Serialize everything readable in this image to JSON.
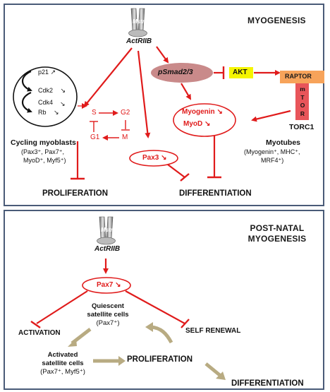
{
  "top": {
    "heading": "MYOGENESIS",
    "receptor_top": "Mstn",
    "receptor_bottom": "ActRIIB",
    "psmad": "pSmad2/3",
    "akt": "AKT",
    "raptor": "RAPTOR",
    "mtor": [
      "m",
      "T",
      "O",
      "R"
    ],
    "torc1": "TORC1",
    "cycle": [
      {
        "name": "p21",
        "arrow": "↗"
      },
      {
        "name": "Cdk2",
        "arrow": "↘"
      },
      {
        "name": "Cdk4",
        "arrow": "↘"
      },
      {
        "name": "Rb",
        "arrow": "↘"
      }
    ],
    "phases": {
      "s": "S",
      "g2": "G2",
      "g1": "G1",
      "m": "M"
    },
    "myogenin": "Myogenin ↘",
    "myod": "MyoD ↘",
    "pax3": "Pax3 ↘",
    "cycling_title": "Cycling myoblasts",
    "cycling_line1": "(Pax3⁺, Pax7⁺,",
    "cycling_line2": "MyoD⁺, Myf5⁺)",
    "myotubes_title": "Myotubes",
    "myotubes_line1": "(Myogenin⁺, MHC⁺,",
    "myotubes_line2": "MRF4⁺)",
    "proliferation": "PROLIFERATION",
    "differentiation": "DIFFERENTIATION"
  },
  "bottom": {
    "heading_line1": "POST-NATAL",
    "heading_line2": "MYOGENESIS",
    "receptor_top": "Mstn",
    "receptor_bottom": "ActRIIB",
    "pax7": "Pax7 ↘",
    "quiescent_line1": "Quiescent",
    "quiescent_line2": "satellite cells",
    "quiescent_line3": "(Pax7⁺)",
    "activation": "ACTIVATION",
    "self_renewal": "SELF RENEWAL",
    "activated_line1": "Activated",
    "activated_line2": "satellite cells",
    "activated_line3": "(Pax7⁺, Myf5⁺)",
    "proliferation": "PROLIFERATION",
    "differentiation": "DIFFERENTIATION"
  },
  "colors": {
    "red": "#e01b1b",
    "panel_border": "#4a5b78",
    "akt_fill": "#f5f500",
    "raptor_fill": "#f7a35a",
    "mtor_fill": "#e8555a",
    "psmad_fill": "#c98a8a",
    "tan": "#b8ab82"
  }
}
